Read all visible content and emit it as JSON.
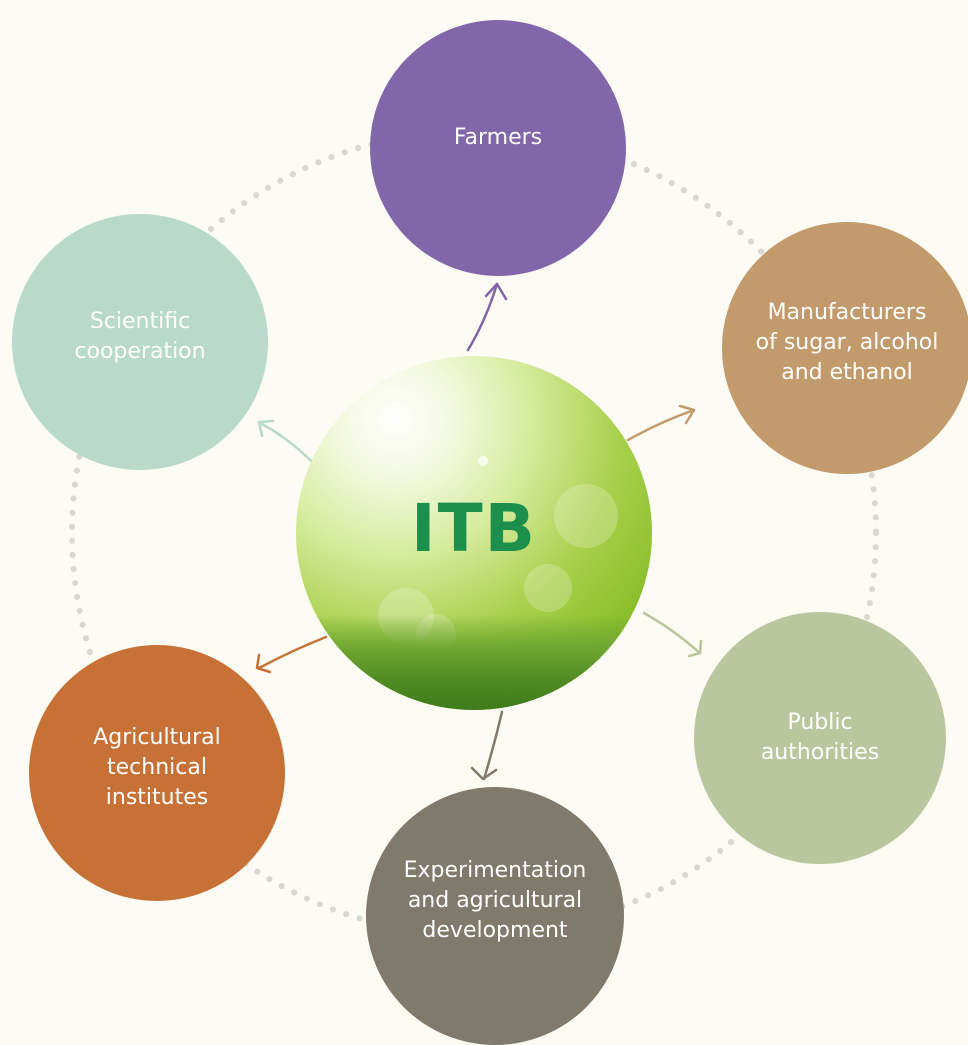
{
  "center": {
    "label": "ITB"
  },
  "nodes": {
    "farmers": "Farmers",
    "scientific": "Scientific\ncooperation",
    "manufacturers": "Manufacturers\nof sugar, alcohol\nand ethanol",
    "public": "Public\nauthorities",
    "agricultural": "Agricultural\ntechnical\ninstitutes",
    "experimentation": "Experimentation\nand agricultural\ndevelopment"
  },
  "colors": {
    "farmers": "#8266aa",
    "scientific": "#b9d9ca",
    "manufacturers": "#c29a6b",
    "public": "#bac79e",
    "agricultural": "#c87137",
    "experimentation": "#7f7a6c",
    "logo": "#1c8f4c",
    "background": "#fcfbf4"
  }
}
